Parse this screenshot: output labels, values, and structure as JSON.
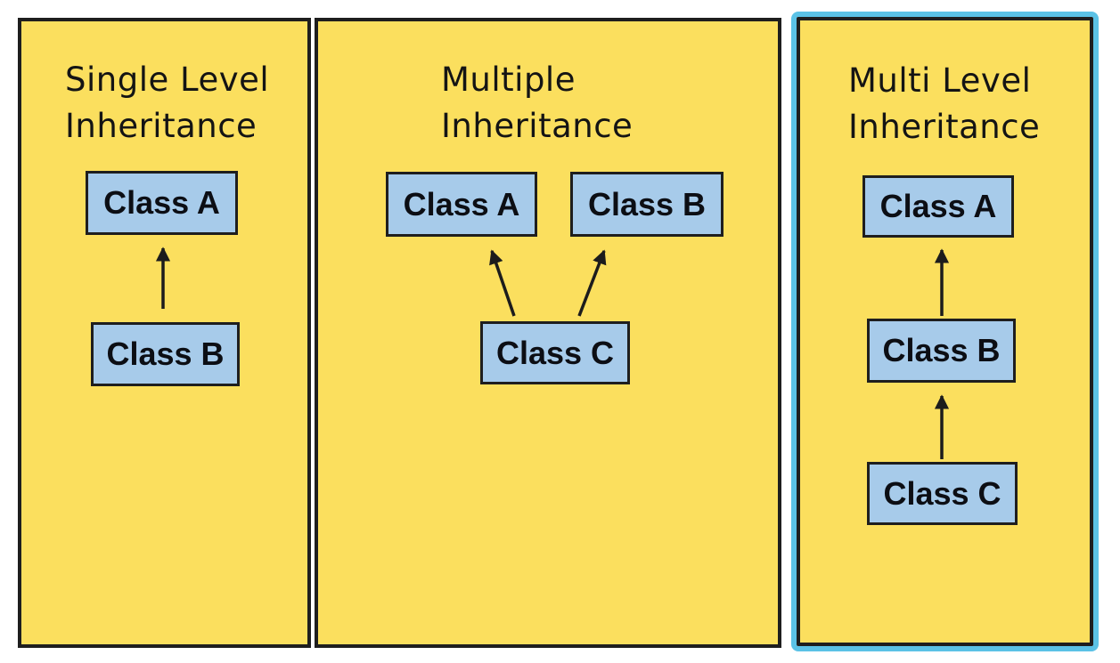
{
  "colors": {
    "page_bg": "#ffffff",
    "panel_bg": "#fbdf5e",
    "panel_border": "#1e1e1e",
    "box_bg": "#a7cbea",
    "box_border": "#1e1e1e",
    "arrow": "#1c1c1c",
    "title_text": "#141414",
    "box_text": "#0c0e14",
    "highlight": "#5bc2e6"
  },
  "panels": [
    {
      "name": "Single Level Inheritance",
      "title_lines": [
        "Single Level",
        "Inheritance"
      ],
      "highlighted": false,
      "boxes": [
        {
          "label": "Class A"
        },
        {
          "label": "Class B"
        }
      ],
      "relations": [
        {
          "from": "Class B",
          "to": "Class A"
        }
      ]
    },
    {
      "name": "Multiple Inheritance",
      "title_lines": [
        "Multiple",
        "Inheritance"
      ],
      "highlighted": false,
      "boxes": [
        {
          "label": "Class A"
        },
        {
          "label": "Class B"
        },
        {
          "label": "Class C"
        }
      ],
      "relations": [
        {
          "from": "Class C",
          "to": "Class A"
        },
        {
          "from": "Class C",
          "to": "Class B"
        }
      ]
    },
    {
      "name": "Multi Level Inheritance",
      "title_lines": [
        "Multi Level",
        "Inheritance"
      ],
      "highlighted": true,
      "boxes": [
        {
          "label": "Class A"
        },
        {
          "label": "Class B"
        },
        {
          "label": "Class C"
        }
      ],
      "relations": [
        {
          "from": "Class B",
          "to": "Class A"
        },
        {
          "from": "Class C",
          "to": "Class B"
        }
      ]
    }
  ]
}
